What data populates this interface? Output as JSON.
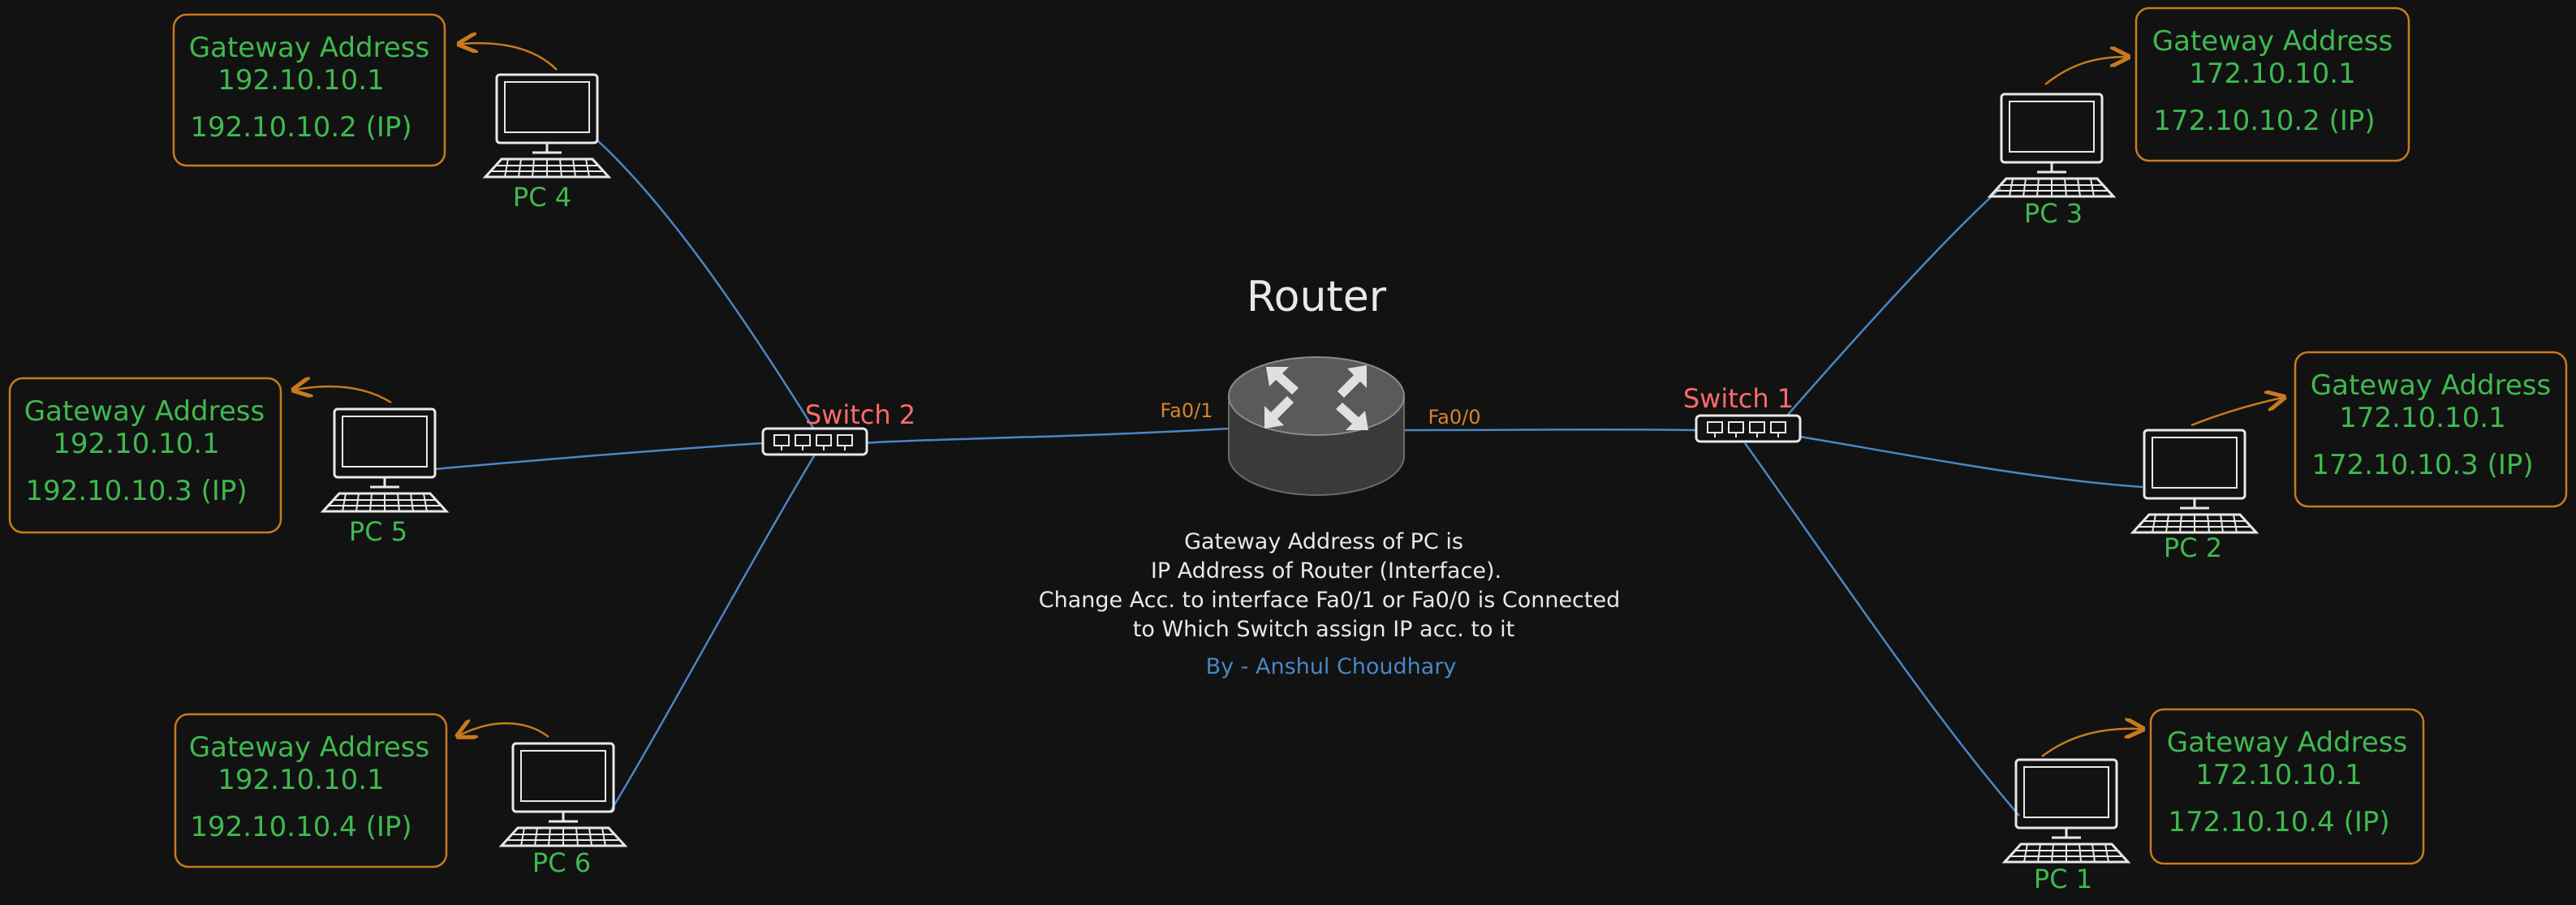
{
  "title": "Router",
  "switches": {
    "s1": {
      "label": "Switch 1"
    },
    "s2": {
      "label": "Switch 2"
    }
  },
  "interfaces": {
    "fa01": "Fa0/1",
    "fa00": "Fa0/0"
  },
  "pcs": [
    {
      "id": "pc4",
      "label": "PC 4",
      "gateway_title": "Gateway Address",
      "gateway": "192.10.10.1",
      "ip": "192.10.10.2 (IP)"
    },
    {
      "id": "pc5",
      "label": "PC 5",
      "gateway_title": "Gateway Address",
      "gateway": "192.10.10.1",
      "ip": "192.10.10.3 (IP)"
    },
    {
      "id": "pc6",
      "label": "PC 6",
      "gateway_title": "Gateway Address",
      "gateway": "192.10.10.1",
      "ip": "192.10.10.4 (IP)"
    },
    {
      "id": "pc3",
      "label": "PC 3",
      "gateway_title": "Gateway Address",
      "gateway": "172.10.10.1",
      "ip": "172.10.10.2 (IP)"
    },
    {
      "id": "pc2",
      "label": "PC 2",
      "gateway_title": "Gateway Address",
      "gateway": "172.10.10.1",
      "ip": "172.10.10.3 (IP)"
    },
    {
      "id": "pc1",
      "label": "PC 1",
      "gateway_title": "Gateway Address",
      "gateway": "172.10.10.1",
      "ip": "172.10.10.4 (IP)"
    }
  ],
  "note": {
    "line1": "Gateway Address of PC is",
    "line2": "IP Address of Router (Interface).",
    "line3": "Change Acc. to interface Fa0/1 or Fa0/0 is Connected",
    "line4": "to Which Switch assign IP acc. to it"
  },
  "author": "By - Anshul Choudhary",
  "colors": {
    "background": "#121212",
    "link": "#4a86c5",
    "box_border": "#c87a1e",
    "green_text": "#3fb950",
    "switch_label": "#ff6b6b",
    "interface_label": "#d8842a",
    "white": "#e8e8e8",
    "author": "#4a86c5"
  }
}
